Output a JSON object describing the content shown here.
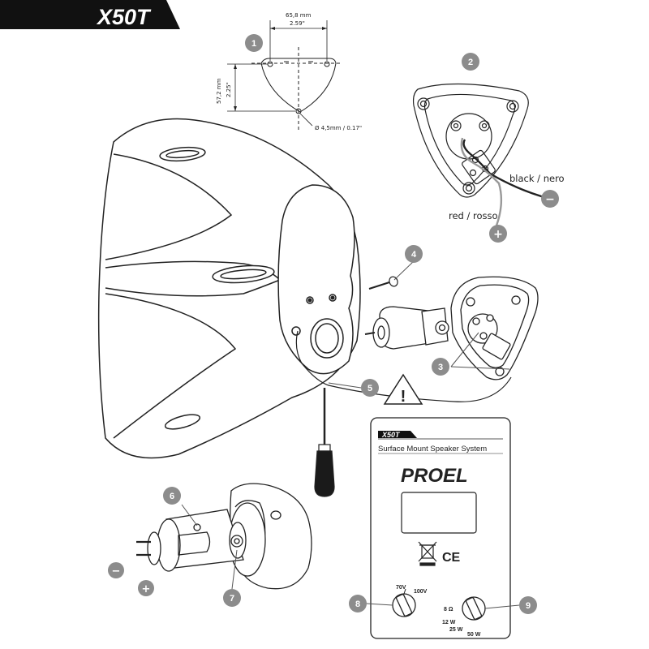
{
  "title": "X50T",
  "dimensions": {
    "width_mm": "65,8 mm",
    "width_in": "2.59\"",
    "height_mm": "57,2 mm",
    "height_in": "2.25\"",
    "hole": "Ø 4,5mm / 0.17\""
  },
  "wires": {
    "black": "black / nero",
    "red": "red / rosso",
    "minus": "−",
    "plus": "+"
  },
  "steps": [
    "1",
    "2",
    "3",
    "4",
    "5",
    "6",
    "7",
    "8",
    "9"
  ],
  "plate": {
    "model": "X50T",
    "subtitle": "Surface Mount Speaker System",
    "brand": "PROEL",
    "ce": "CE",
    "knob_left": {
      "v70": "70V",
      "v100": "100V"
    },
    "knob_right": {
      "ohm": "8 Ω",
      "w12": "12 W",
      "w25": "25 W",
      "w50": "50 W"
    }
  },
  "warning_symbol": "!",
  "connector_terminals": {
    "minus": "−",
    "plus": "+"
  }
}
